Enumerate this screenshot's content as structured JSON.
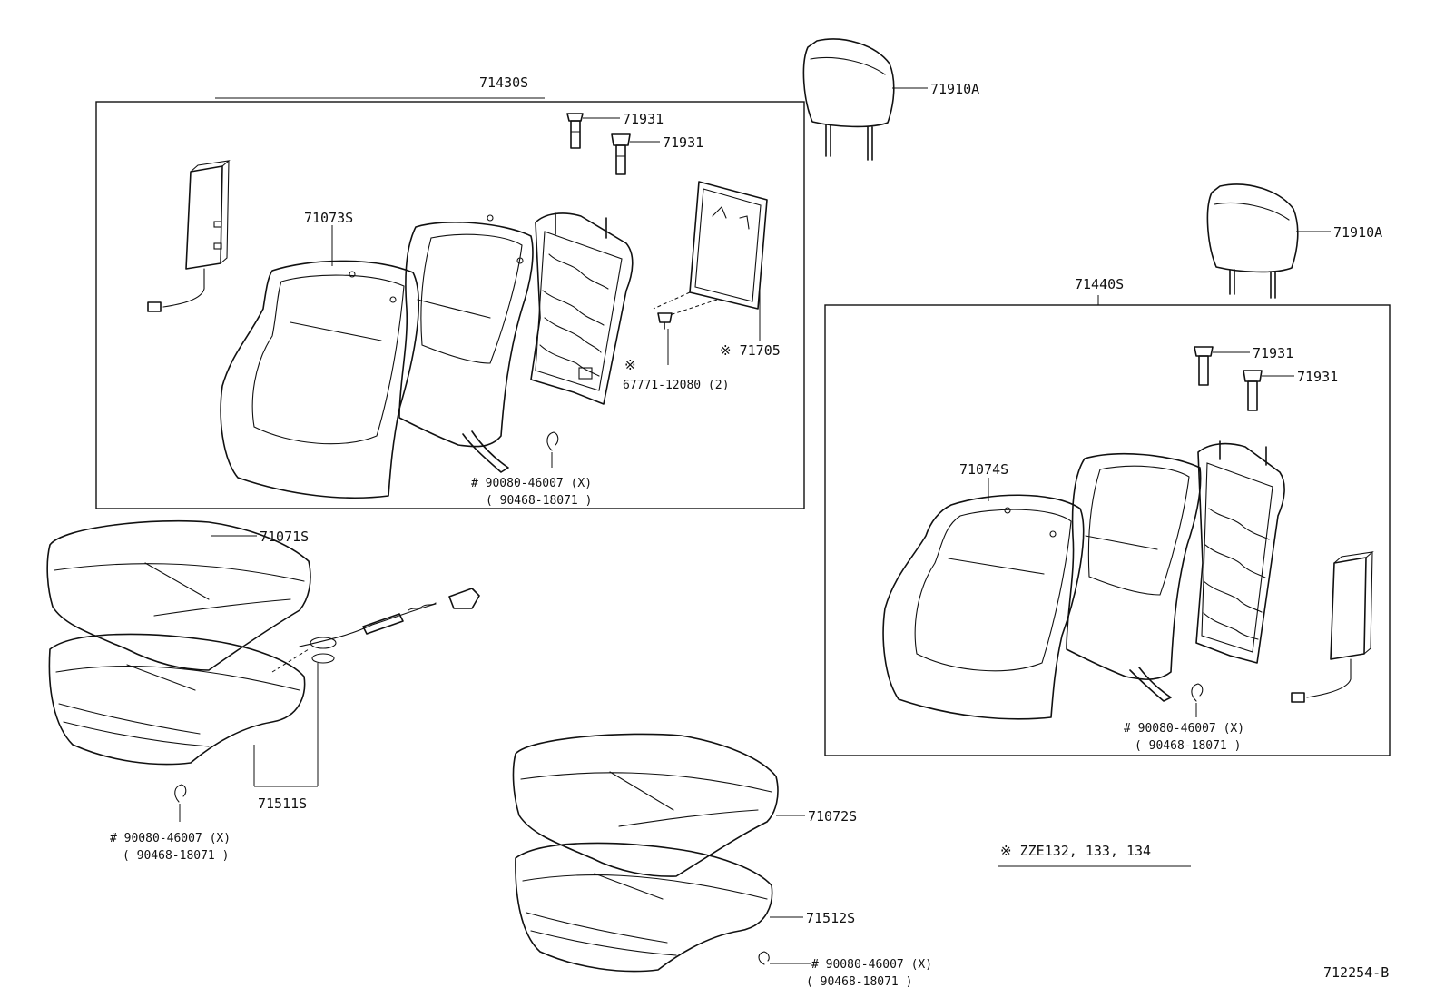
{
  "labels": {
    "headrest_upper": "71910A",
    "headrest_right": "71910A",
    "left_back_assy": "71430S",
    "right_back_assy": "71440S",
    "guide_a": "71931",
    "guide_b": "71931",
    "guide_c": "71931",
    "guide_d": "71931",
    "back_pad_left": "71073S",
    "back_pad_right": "71074S",
    "board_mark": "※ 71705",
    "clip_mark": "※",
    "clip_part": "67771-12080 (2)",
    "hog_left_back_1": "# 90080-46007 (X)",
    "hog_left_back_2": "( 90468-18071   )",
    "hog_right_back_1": "# 90080-46007 (X)",
    "hog_right_back_2": "( 90468-18071  )",
    "cushion_cover_left": "71071S",
    "cushion_assy_left": "71511S",
    "hog_left_cushion_1": "# 90080-46007 (X)",
    "hog_left_cushion_2": "( 90468-18071  )",
    "cushion_cover_center": "71072S",
    "cushion_assy_center": "71512S",
    "hog_center_1": "# 90080-46007 (X)",
    "hog_center_2": "(  90468-18071 )",
    "note": "※   ZZE132, 133, 134",
    "diagram_id": "712254-B"
  }
}
